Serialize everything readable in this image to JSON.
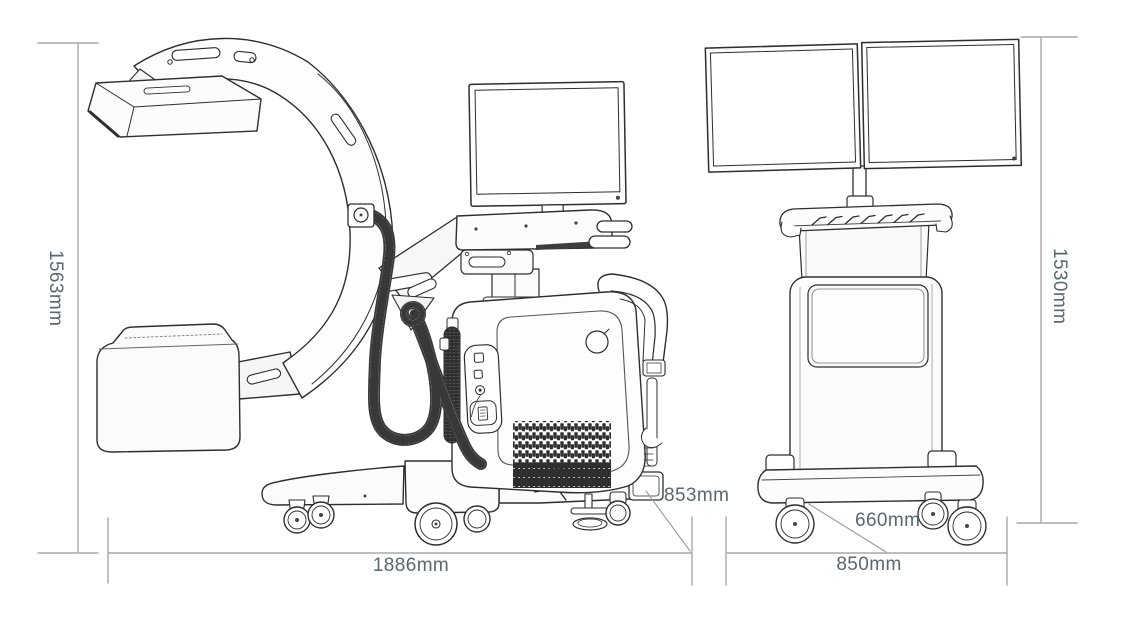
{
  "dimensions": {
    "c_arm_height": "1563mm",
    "c_arm_length": "1886mm",
    "c_arm_depth": "853mm",
    "cart_height": "1530mm",
    "cart_depth": "660mm",
    "cart_width": "850mm"
  },
  "colors": {
    "background": "#ffffff",
    "line_art": "#2e2e2e",
    "dimension_line": "#a8a8a8",
    "dimension_text": "#5b6770"
  }
}
